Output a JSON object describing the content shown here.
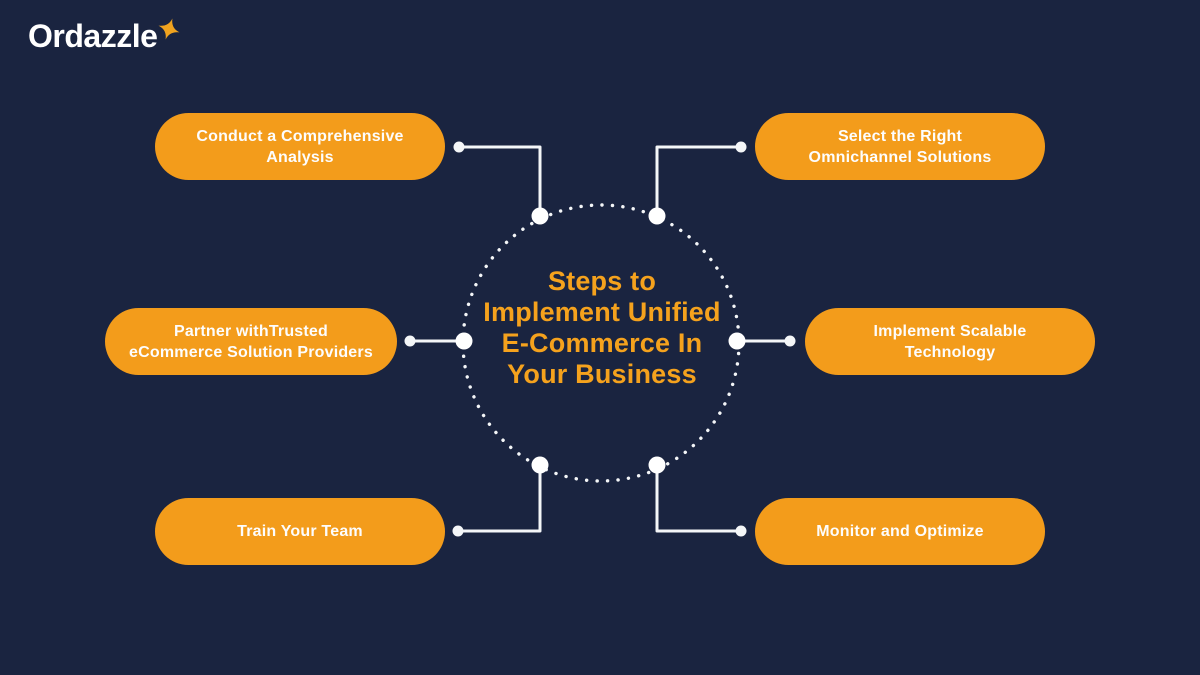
{
  "colors": {
    "background": "#1A2440",
    "pill_orange": "#F39C1B",
    "title_orange": "#F5A21D",
    "connector_white": "#F4F6F8",
    "logo_white": "#FFFFFF",
    "logo_star_orange": "#F0A31F"
  },
  "logo": {
    "text": "Ordazzle"
  },
  "center": {
    "title_lines": [
      "Steps to",
      "Implement Unified",
      "E-Commerce In",
      "Your Business"
    ]
  },
  "steps": [
    {
      "id": "conduct-analysis",
      "position": "top-left",
      "label": "Conduct a Comprehensive\nAnalysis"
    },
    {
      "id": "select-omnichannel",
      "position": "top-right",
      "label": "Select the Right\nOmnichannel Solutions"
    },
    {
      "id": "partner-providers",
      "position": "middle-left",
      "label": "Partner withTrusted\neCommerce Solution Providers"
    },
    {
      "id": "scalable-technology",
      "position": "middle-right",
      "label": "Implement Scalable\nTechnology"
    },
    {
      "id": "train-team",
      "position": "bottom-left",
      "label": "Train Your Team"
    },
    {
      "id": "monitor-optimize",
      "position": "bottom-right",
      "label": "Monitor and Optimize"
    }
  ]
}
